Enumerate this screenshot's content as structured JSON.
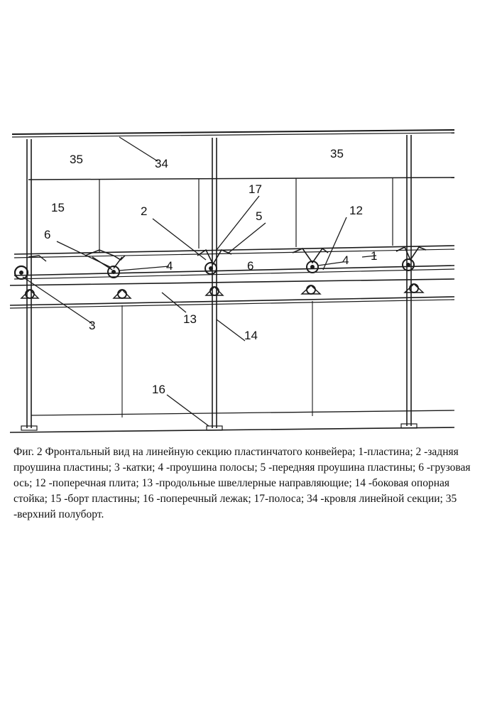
{
  "labels": {
    "l35a": "35",
    "l35b": "35",
    "l34": "34",
    "l15": "15",
    "l17": "17",
    "l2": "2",
    "l5": "5",
    "l12": "12",
    "l6a": "6",
    "l4a": "4",
    "l6b": "6",
    "l4b": "4",
    "l1": "1",
    "l3": "3",
    "l13": "13",
    "l14": "14",
    "l16": "16"
  },
  "caption": "Фиг. 2  Фронтальный вид на линейную секцию пластинчатого конвейера; 1-пластина; 2 -задняя проушина пластины; 3 -катки; 4 -проушина полосы; 5 -передняя проушина пластины; 6 -грузовая ось; 12 -поперечная плита; 13 -продольные швеллерные направляющие; 14 -боковая опорная стойка; 15 -борт пластины; 16 -поперечный лежак; 17-полоса; 34 -кровля линейной секции; 35 -верхний полуборт."
}
